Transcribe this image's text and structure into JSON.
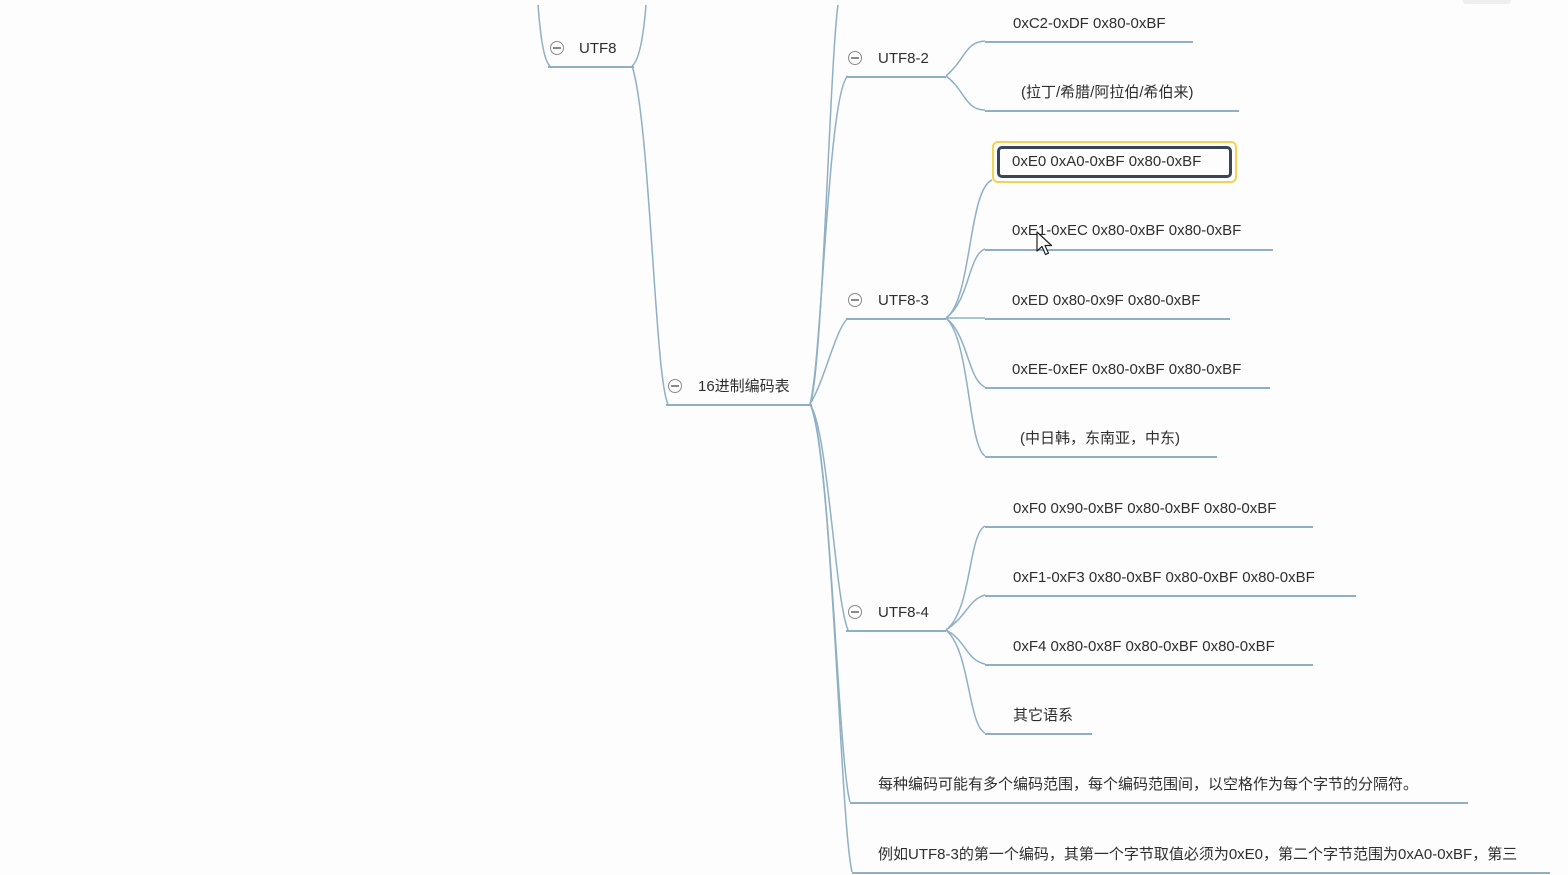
{
  "mindmap": {
    "utf8": {
      "label": "UTF8"
    },
    "hex_table": {
      "label": "16进制编码表"
    },
    "utf8_2": {
      "label": "UTF8-2",
      "children": [
        "0xC2-0xDF 0x80-0xBF",
        "(拉丁/希腊/阿拉伯/希伯来)"
      ]
    },
    "utf8_3": {
      "label": "UTF8-3",
      "selected": "0xE0 0xA0-0xBF 0x80-0xBF",
      "children": [
        "0xE1-0xEC 0x80-0xBF 0x80-0xBF",
        "0xED 0x80-0x9F 0x80-0xBF",
        "0xEE-0xEF 0x80-0xBF 0x80-0xBF",
        "(中日韩，东南亚，中东)"
      ]
    },
    "utf8_4": {
      "label": "UTF8-4",
      "children": [
        "0xF0 0x90-0xBF 0x80-0xBF 0x80-0xBF",
        "0xF1-0xF3 0x80-0xBF 0x80-0xBF 0x80-0xBF",
        "0xF4 0x80-0x8F 0x80-0xBF 0x80-0xBF",
        "其它语系"
      ]
    },
    "note_1": "每种编码可能有多个编码范围，每个编码范围间，以空格作为每个字节的分隔符。",
    "note_2": "例如UTF8-3的第一个编码，其第一个字节取值必须为0xE0，第二个字节范围为0xA0-0xBF，第三"
  },
  "colors": {
    "branch_line": "#8fb0c4",
    "selection_outer": "#f3d34f",
    "selection_inner": "#3a4656"
  },
  "icons": {
    "collapse": "minus-circle-icon",
    "cursor": "arrow-cursor-icon"
  }
}
